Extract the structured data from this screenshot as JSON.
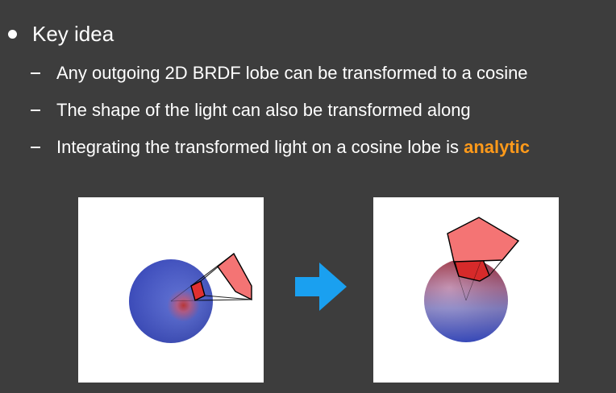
{
  "slide": {
    "main_bullet": "Key idea",
    "sub_bullets": [
      {
        "text": "Any outgoing 2D BRDF lobe can be transformed to a cosine",
        "highlight": ""
      },
      {
        "text": "The shape of the light can also be transformed along",
        "highlight": ""
      },
      {
        "text": "Integrating the transformed light on a cosine lobe is ",
        "highlight": "analytic"
      }
    ]
  },
  "icons": {
    "bullet": "bullet-dot-icon",
    "dash": "dash-icon",
    "arrow": "right-arrow-icon"
  },
  "colors": {
    "background": "#3d3d3d",
    "text": "#ffffff",
    "highlight": "#ff9a1a",
    "arrow": "#1aa0f0",
    "light_fill": "#f07070",
    "sphere_blue": "#3d55cc",
    "lobe_red": "#d02020"
  }
}
